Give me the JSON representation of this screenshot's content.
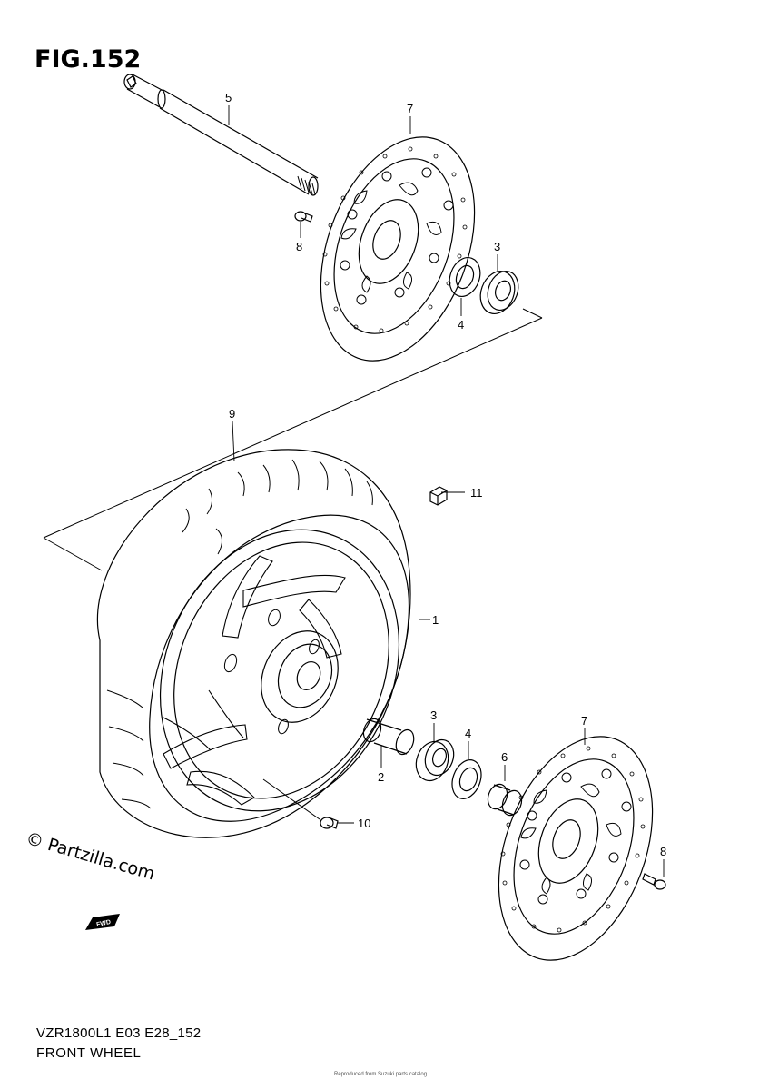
{
  "figure": {
    "title": "FIG.152",
    "model_code": "VZR1800L1 E03 E28_152",
    "assembly_name": "FRONT WHEEL",
    "small_print": "Reproduced from Suzuki parts catalog"
  },
  "watermark": "© Partzilla.com",
  "direction_badge": "FWD",
  "callouts": [
    "5",
    "7",
    "8",
    "3",
    "4",
    "9",
    "11",
    "1",
    "3",
    "4",
    "2",
    "6",
    "7",
    "8",
    "10"
  ],
  "colors": {
    "line": "#000000",
    "background": "#ffffff"
  }
}
